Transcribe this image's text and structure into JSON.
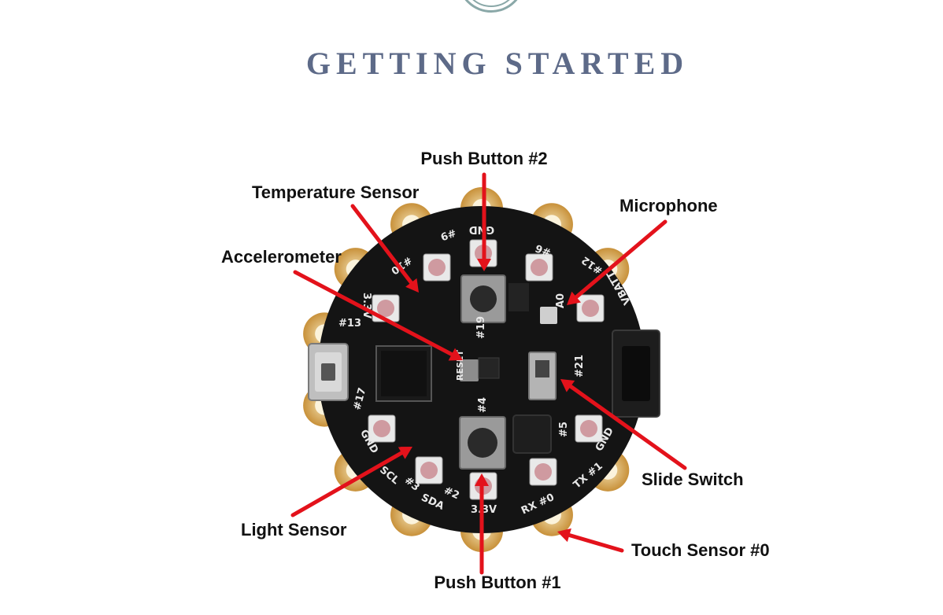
{
  "header": {
    "title": "GETTING STARTED"
  },
  "callouts": {
    "push_button_2": "Push Button #2",
    "temperature_sensor": "Temperature Sensor",
    "microphone": "Microphone",
    "accelerometer": "Accelerometer",
    "slide_switch": "Slide Switch",
    "light_sensor": "Light Sensor",
    "touch_sensor_0": "Touch Sensor #0",
    "push_button_1": "Push Button #1"
  },
  "board_labels": {
    "gnd_top": "GND",
    "pin9": "#9",
    "pin10": "#10",
    "pin12": "#12",
    "pin6": "#6",
    "vbatt": "VBATT",
    "pin13": "#13",
    "pin17": "#17",
    "pin19": "#19",
    "pin21": "#21",
    "pin4": "#4",
    "pin5": "#5",
    "reset": "RESET",
    "gnd_left": "GND",
    "gnd_right": "GND",
    "scl": "SCL",
    "pin3": "#3",
    "sda": "SDA",
    "pin2": "#2",
    "v33": "3.3V",
    "rx0": "RX #0",
    "tx1": "TX #1",
    "v33_left": "3.3V",
    "a0": "A0"
  },
  "colors": {
    "title": "#5d6a88",
    "arrow": "#e3121b",
    "board": "#141414",
    "pad": "#d4a24c"
  }
}
